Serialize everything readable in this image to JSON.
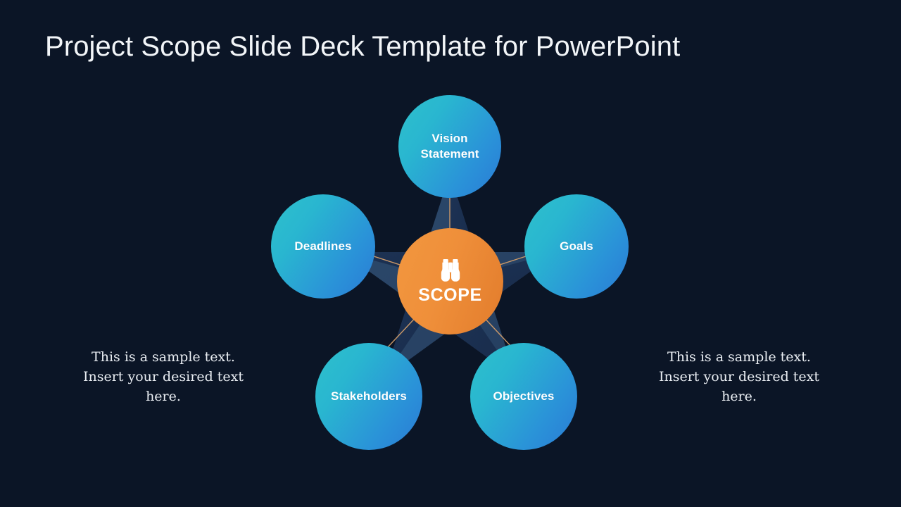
{
  "slide": {
    "title": "Project Scope Slide Deck Template for PowerPoint",
    "background_color": "#0b1526",
    "title_color": "#f2f5f8"
  },
  "diagram": {
    "type": "five-point-star-cycle",
    "center": {
      "label": "SCOPE",
      "icon": "binoculars-icon",
      "fill_start": "#f2973f",
      "fill_end": "#e27c2c"
    },
    "star": {
      "fill_light": "#2b4667",
      "fill_dark": "#1b3152",
      "connector_color": "#d9a16a"
    },
    "nodes": [
      {
        "id": "vision",
        "label": "Vision\nStatement",
        "label_line1": "Vision",
        "label_line2": "Statement"
      },
      {
        "id": "goals",
        "label": "Goals",
        "label_line1": "Goals",
        "label_line2": ""
      },
      {
        "id": "objectives",
        "label": "Objectives",
        "label_line1": "Objectives",
        "label_line2": ""
      },
      {
        "id": "stakeholders",
        "label": "Stakeholders",
        "label_line1": "Stakeholders",
        "label_line2": ""
      },
      {
        "id": "deadlines",
        "label": "Deadlines",
        "label_line1": "Deadlines",
        "label_line2": ""
      }
    ],
    "node_fill_start": "#2ec1cc",
    "node_fill_end": "#2a7ad6"
  },
  "callouts": {
    "left": "This is a sample text. Insert your desired text here.",
    "right": "This is a sample text. Insert your desired text here."
  }
}
